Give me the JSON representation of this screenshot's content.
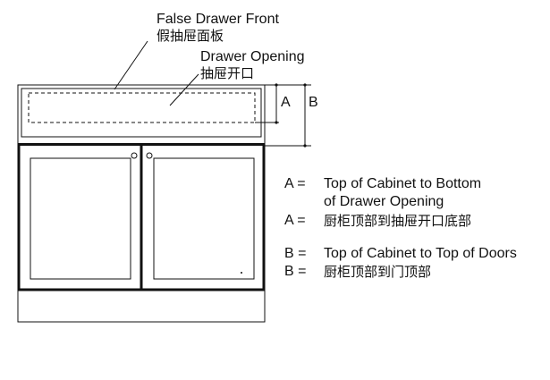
{
  "callouts": {
    "false_drawer_front": {
      "en": "False Drawer Front",
      "zh": "假抽屉面板"
    },
    "drawer_opening": {
      "en": "Drawer Opening",
      "zh": "抽屉开口"
    }
  },
  "dimension_labels": {
    "a": "A",
    "b": "B"
  },
  "legend": {
    "a_prefix": "A =",
    "a_en_line1": "Top of Cabinet to Bottom",
    "a_en_line2": "of Drawer Opening",
    "a_prefix_zh": "A =",
    "a_zh": "厨柜顶部到抽屉开口底部",
    "b_prefix": "B =",
    "b_en": "Top of Cabinet to Top of Doors",
    "b_prefix_zh": "B =",
    "b_zh": "厨柜顶部到门顶部"
  },
  "colors": {
    "line": "#111111",
    "background": "#ffffff"
  }
}
